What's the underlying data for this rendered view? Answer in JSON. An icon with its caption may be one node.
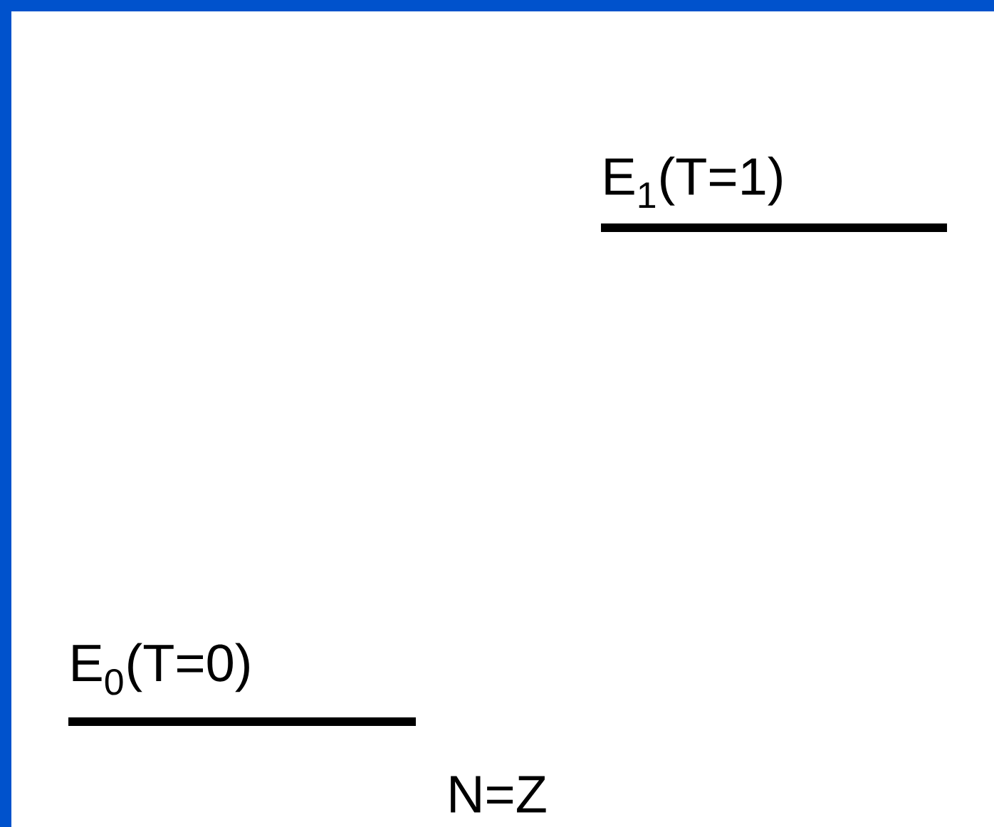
{
  "diagram": {
    "labels": [
      "E$_{1}$(T=1)",
      "E$_{0}$(T=0)",
      "N=Z"
    ]
  }
}
